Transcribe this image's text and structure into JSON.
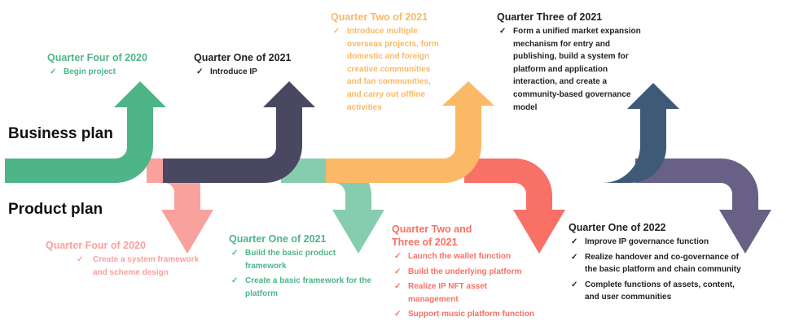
{
  "labels": {
    "business": "Business plan",
    "product": "Product plan"
  },
  "colors": {
    "green": "#4db587",
    "navy": "#4a4860",
    "mint": "#86cdb0",
    "gold": "#fbb866",
    "salmon": "#f87066",
    "pink": "#f9a19c",
    "slate": "#3f5a76",
    "purple": "#686185",
    "text_dark": "#222222"
  },
  "check": "✓",
  "milestones": {
    "business_q4_2020": {
      "title": "Quarter Four of 2020",
      "items": [
        "Begin project"
      ]
    },
    "business_q1_2021": {
      "title": "Quarter One of 2021",
      "items": [
        "Introduce IP"
      ]
    },
    "business_q2_2021": {
      "title": "Quarter Two of 2021",
      "items": [
        "Introduce multiple overseas projects, form domestic and foreign creative communities and fan communities, and carry out offline activities"
      ]
    },
    "business_q3_2021": {
      "title": "Quarter Three of 2021",
      "items": [
        "Form a unified market expansion mechanism for entry and publishing, build a system for platform and application interaction, and create a community-based governance model"
      ]
    },
    "product_q4_2020": {
      "title": "Quarter Four of 2020",
      "items": [
        "Create a system framework and scheme design"
      ]
    },
    "product_q1_2021": {
      "title": "Quarter One of 2021",
      "items": [
        "Build the basic product framework",
        "Create a basic framework for the platform"
      ]
    },
    "product_q23_2021": {
      "title": "Quarter Two and Three of 2021",
      "items": [
        "Launch the wallet function",
        "Build the underlying platform",
        "Realize IP NFT asset management",
        "Support music platform function"
      ]
    },
    "product_q1_2022": {
      "title": "Quarter One of 2022",
      "items": [
        "Improve IP governance function",
        "Realize handover and co-governance of the basic platform and chain community",
        "Complete functions of assets, content, and user communities"
      ]
    }
  }
}
